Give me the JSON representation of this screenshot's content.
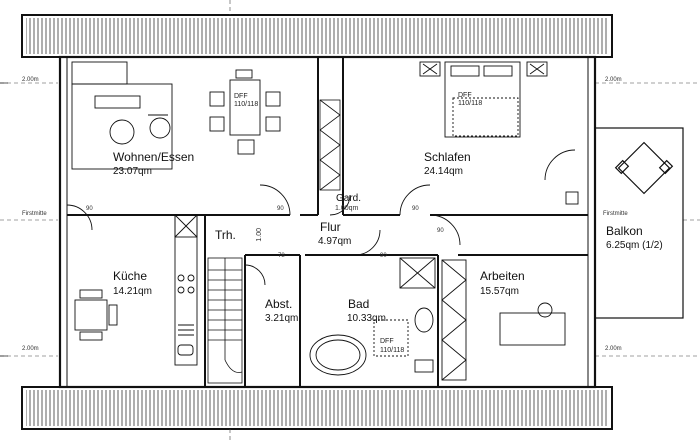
{
  "rooms": {
    "wohnen": {
      "name": "Wohnen/Essen",
      "area": "23.07qm"
    },
    "schlafen": {
      "name": "Schlafen",
      "area": "24.14qm"
    },
    "balkon": {
      "name": "Balkon",
      "area": "6.25qm (1/2)"
    },
    "gard": {
      "name": "Gard.",
      "area": "1.00qm"
    },
    "flur": {
      "name": "Flur",
      "area": "4.97qm"
    },
    "trh": {
      "name": "Trh."
    },
    "kueche": {
      "name": "Küche",
      "area": "14.21qm"
    },
    "abst": {
      "name": "Abst.",
      "area": "3.21qm"
    },
    "bad": {
      "name": "Bad",
      "area": "10.33qm"
    },
    "arbeiten": {
      "name": "Arbeiten",
      "area": "15.57qm"
    }
  },
  "dims": {
    "h200": "2.00m",
    "firstmitte": "Firstmitte",
    "d90": "90",
    "d78": "78",
    "d100": "1.00"
  },
  "windows": {
    "dff": "DFF",
    "dff_size": "110/118"
  }
}
